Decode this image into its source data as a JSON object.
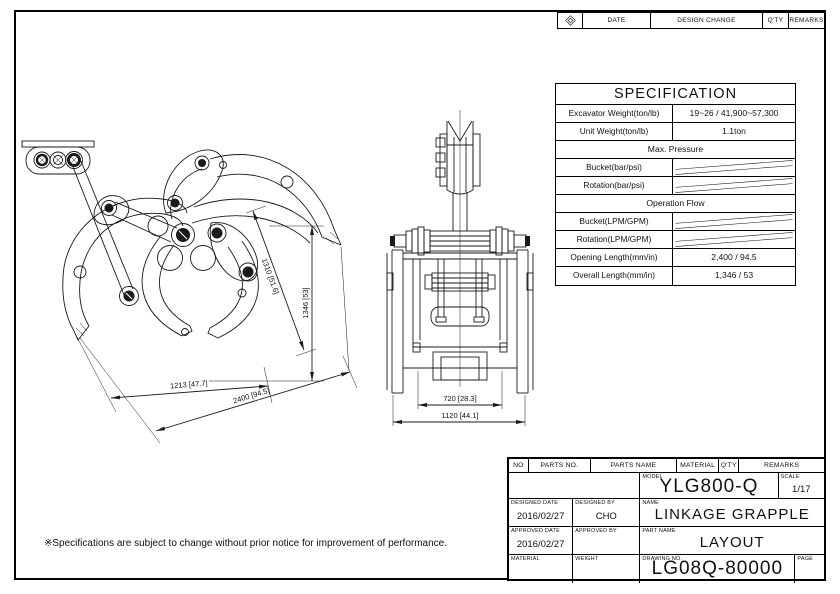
{
  "revision_bar": {
    "date": "DATE",
    "design_change": "DESIGN CHANGE",
    "qty": "Q'TY",
    "remarks": "REMARKS"
  },
  "spec": {
    "title": "SPECIFICATION",
    "rows": [
      {
        "label": "Excavator Weight(ton/lb)",
        "value": "19~26 / 41,900~57,300"
      },
      {
        "label": "Unit Weight(ton/lb)",
        "value": "1.1ton"
      },
      {
        "label": "Max. Pressure"
      },
      {
        "label": "Bucket(bar/psi)",
        "value": ""
      },
      {
        "label": "Rotation(bar/psi)",
        "value": ""
      },
      {
        "label": "Operation Flow"
      },
      {
        "label": "Bucket(LPM/GPM)",
        "value": ""
      },
      {
        "label": "Rotation(LPM/GPM)",
        "value": ""
      },
      {
        "label": "Opening Length(mm/in)",
        "value": "2,400 / 94.5"
      },
      {
        "label": "Overall Length(mm/in)",
        "value": "1,346 / 53"
      }
    ]
  },
  "dimensions": {
    "side": {
      "height_diag": "1310 [51.6]",
      "height_overall": "1346 [53]",
      "width_inner": "1213 [47.7]",
      "width_outer": "2400 [94.5]"
    },
    "front": {
      "width_inner": "720 [28.3]",
      "width_outer": "1120 [44.1]"
    }
  },
  "note": "※Specifications are subject to change without prior notice for improvement of performance.",
  "title_block": {
    "headers": {
      "no": "NO",
      "parts_no": "PARTS NO.",
      "parts_name": "PARTS NAME",
      "material": "MATERIAL",
      "qty": "Q'TY",
      "remarks": "REMARKS"
    },
    "model_label": "MODEL",
    "model": "YLG800-Q",
    "scale_label": "SCALE",
    "scale": "1/17",
    "designed_date_label": "DESIGNED DATE",
    "designed_date": "2016/02/27",
    "designed_by_label": "DESIGNED BY",
    "designed_by": "CHO",
    "name_label": "NAME",
    "name": "LINKAGE GRAPPLE",
    "approved_date_label": "APPROVED DATE",
    "approved_date": "2016/02/27",
    "approved_by_label": "APPROVED BY",
    "approved_by": "",
    "part_name_label": "PART NAME",
    "part_name": "LAYOUT",
    "material_label": "MATERIAL",
    "material": "",
    "weight_label": "WEIGHT",
    "weight": "",
    "drawing_no_label": "DRAWING NO.",
    "drawing_no": "LG08Q-80000",
    "page_label": "PAGE",
    "page": ""
  }
}
